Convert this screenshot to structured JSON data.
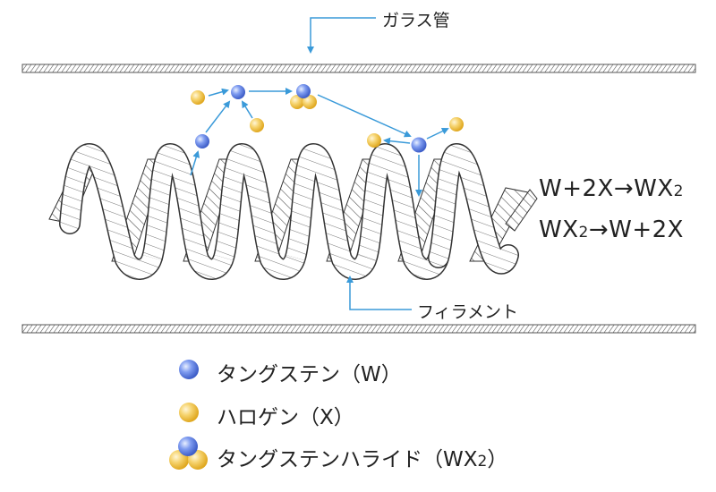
{
  "labels": {
    "glass_tube": "ガラス管",
    "filament": "フィラメント"
  },
  "equations": {
    "forward_pre": "W+2X→WX",
    "forward_sub": "2",
    "reverse_pre": "WX",
    "reverse_sub": "2",
    "reverse_post": "→W+2X"
  },
  "legend": [
    {
      "icon": "tungsten-atom-icon",
      "text": "タングステン（W）"
    },
    {
      "icon": "halogen-atom-icon",
      "text": "ハロゲン（X）"
    },
    {
      "icon": "tungsten-halide-molecule-icon",
      "text_pre": "タングステンハライド（WX",
      "text_sub": "2",
      "text_post": "）"
    }
  ],
  "colors": {
    "tungsten": "#5b7fe0",
    "halogen": "#f0c040",
    "arrow": "#3a9ad9",
    "tube_hatch": "#555555"
  }
}
